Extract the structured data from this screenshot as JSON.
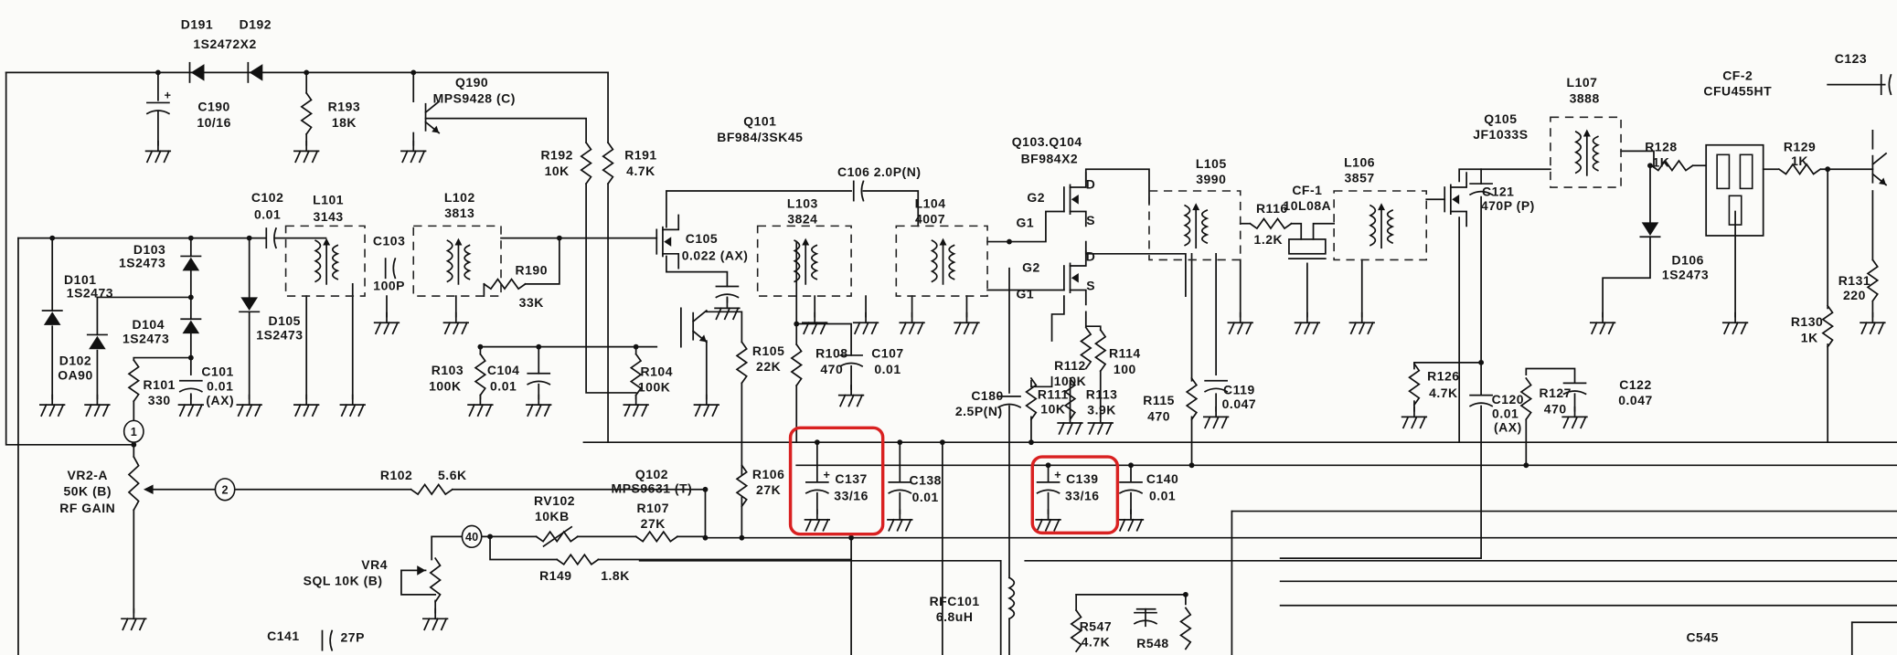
{
  "highlight_color": "#d92121",
  "components": {
    "d191": {
      "ref": "D191"
    },
    "d192": {
      "ref": "D192",
      "value": "1S2472X2"
    },
    "c190": {
      "ref": "C190",
      "value": "10/16"
    },
    "r193": {
      "ref": "R193",
      "value": "18K"
    },
    "q190": {
      "ref": "Q190",
      "value": "MPS9428 (C)"
    },
    "r192": {
      "ref": "R192",
      "value": "10K"
    },
    "r191": {
      "ref": "R191",
      "value": "4.7K"
    },
    "q101": {
      "ref": "Q101",
      "value": "BF984/3SK45"
    },
    "c102": {
      "ref": "C102",
      "value": "0.01"
    },
    "l101": {
      "ref": "L101",
      "value": "3143"
    },
    "l102": {
      "ref": "L102",
      "value": "3813"
    },
    "c103": {
      "ref": "C103",
      "value": "100P"
    },
    "r190": {
      "ref": "R190",
      "value": "33K"
    },
    "d103": {
      "ref": "D103",
      "value": "1S2473"
    },
    "d101": {
      "ref": "D101",
      "value": "1S2473"
    },
    "d104": {
      "ref": "D104",
      "value": "1S2473"
    },
    "d102": {
      "ref": "D102",
      "value": "OA90"
    },
    "d105": {
      "ref": "D105",
      "value": "1S2473"
    },
    "r101": {
      "ref": "R101",
      "value": "330"
    },
    "c101": {
      "ref": "C101",
      "value": "0.01",
      "note": "(AX)"
    },
    "vr2a": {
      "ref": "VR2-A",
      "value": "50K (B)",
      "function": "RF GAIN"
    },
    "r102": {
      "ref": "R102",
      "value": "5.6K"
    },
    "rv102": {
      "ref": "RV102",
      "value": "10KB"
    },
    "r107": {
      "ref": "R107",
      "value": "27K"
    },
    "r149": {
      "ref": "R149",
      "value": "1.8K"
    },
    "vr4": {
      "ref": "VR4",
      "value": "SQL  10K (B)"
    },
    "c141": {
      "ref": "C141",
      "value": "27P"
    },
    "r103": {
      "ref": "R103",
      "value": "100K"
    },
    "c104": {
      "ref": "C104",
      "value": "0.01"
    },
    "r104": {
      "ref": "R104",
      "value": "100K"
    },
    "q102": {
      "ref": "Q102",
      "value": "MPS9631 (T)"
    },
    "r105": {
      "ref": "R105",
      "value": "22K"
    },
    "r106": {
      "ref": "R106",
      "value": "27K"
    },
    "r108": {
      "ref": "R108",
      "value": "470"
    },
    "c107": {
      "ref": "C107",
      "value": "0.01"
    },
    "c105": {
      "ref": "C105",
      "value": "0.022 (AX)"
    },
    "c106": {
      "ref": "C106",
      "value": "2.0P(N)"
    },
    "l103": {
      "ref": "L103",
      "value": "3824"
    },
    "l104": {
      "ref": "L104",
      "value": "4007"
    },
    "c180": {
      "ref": "C180",
      "value": "2.5P(N)"
    },
    "q103": {
      "ref": "Q103.Q104",
      "value": "BF984X2"
    },
    "r112": {
      "ref": "R112",
      "value": "100K"
    },
    "r114": {
      "ref": "R114",
      "value": "100"
    },
    "r111": {
      "ref": "R111",
      "value": "10K"
    },
    "r113": {
      "ref": "R113",
      "value": "3.9K"
    },
    "r115": {
      "ref": "R115",
      "value": "470"
    },
    "c119": {
      "ref": "C119",
      "value": "0.047"
    },
    "c137": {
      "ref": "C137",
      "value": "33/16"
    },
    "c138": {
      "ref": "C138",
      "value": "0.01"
    },
    "c139": {
      "ref": "C139",
      "value": "33/16"
    },
    "c140": {
      "ref": "C140",
      "value": "0.01"
    },
    "rfc101": {
      "ref": "RFC101",
      "value": "6.8uH"
    },
    "r547": {
      "ref": "R547",
      "value": "4.7K"
    },
    "r548": {
      "ref": "R548"
    },
    "l105": {
      "ref": "L105",
      "value": "3990"
    },
    "r116": {
      "ref": "R116",
      "value": "1.2K"
    },
    "cf1": {
      "ref": "CF-1",
      "value": "10L08A"
    },
    "l106": {
      "ref": "L106",
      "value": "3857"
    },
    "q105": {
      "ref": "Q105",
      "value": "JF1033S"
    },
    "c121": {
      "ref": "C121",
      "value": "470P (P)"
    },
    "l107": {
      "ref": "L107",
      "value": "3888"
    },
    "r128": {
      "ref": "R128",
      "value": "1K"
    },
    "cf2": {
      "ref": "CF-2",
      "value": "CFU455HT"
    },
    "r129": {
      "ref": "R129",
      "value": "1K"
    },
    "c123": {
      "ref": "C123"
    },
    "d106": {
      "ref": "D106",
      "value": "1S2473"
    },
    "r131": {
      "ref": "R131",
      "value": "220"
    },
    "r130": {
      "ref": "R130",
      "value": "1K"
    },
    "r126": {
      "ref": "R126",
      "value": "4.7K"
    },
    "c120": {
      "ref": "C120",
      "value": "0.01",
      "note": "(AX)"
    },
    "r127": {
      "ref": "R127",
      "value": "470"
    },
    "c122": {
      "ref": "C122",
      "value": "0.047"
    },
    "c545": {
      "ref": "C545"
    }
  },
  "pins": {
    "d": "D",
    "s": "S",
    "g1": "G1",
    "g2": "G2"
  },
  "test_points": {
    "tp1": "1",
    "tp2": "2",
    "tp40": "40"
  }
}
